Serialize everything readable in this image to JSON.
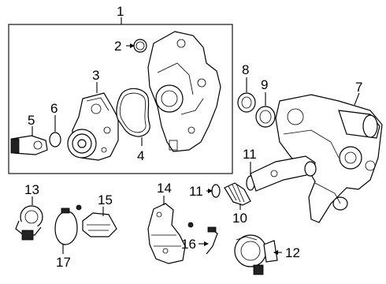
{
  "diagram": {
    "callouts": {
      "c1": "1",
      "c2": "2",
      "c3": "3",
      "c4": "4",
      "c5": "5",
      "c6": "6",
      "c7": "7",
      "c8": "8",
      "c9": "9",
      "c10": "10",
      "c11a": "11",
      "c11b": "11",
      "c12": "12",
      "c13": "13",
      "c14": "14",
      "c15": "15",
      "c16": "16",
      "c17": "17"
    }
  }
}
